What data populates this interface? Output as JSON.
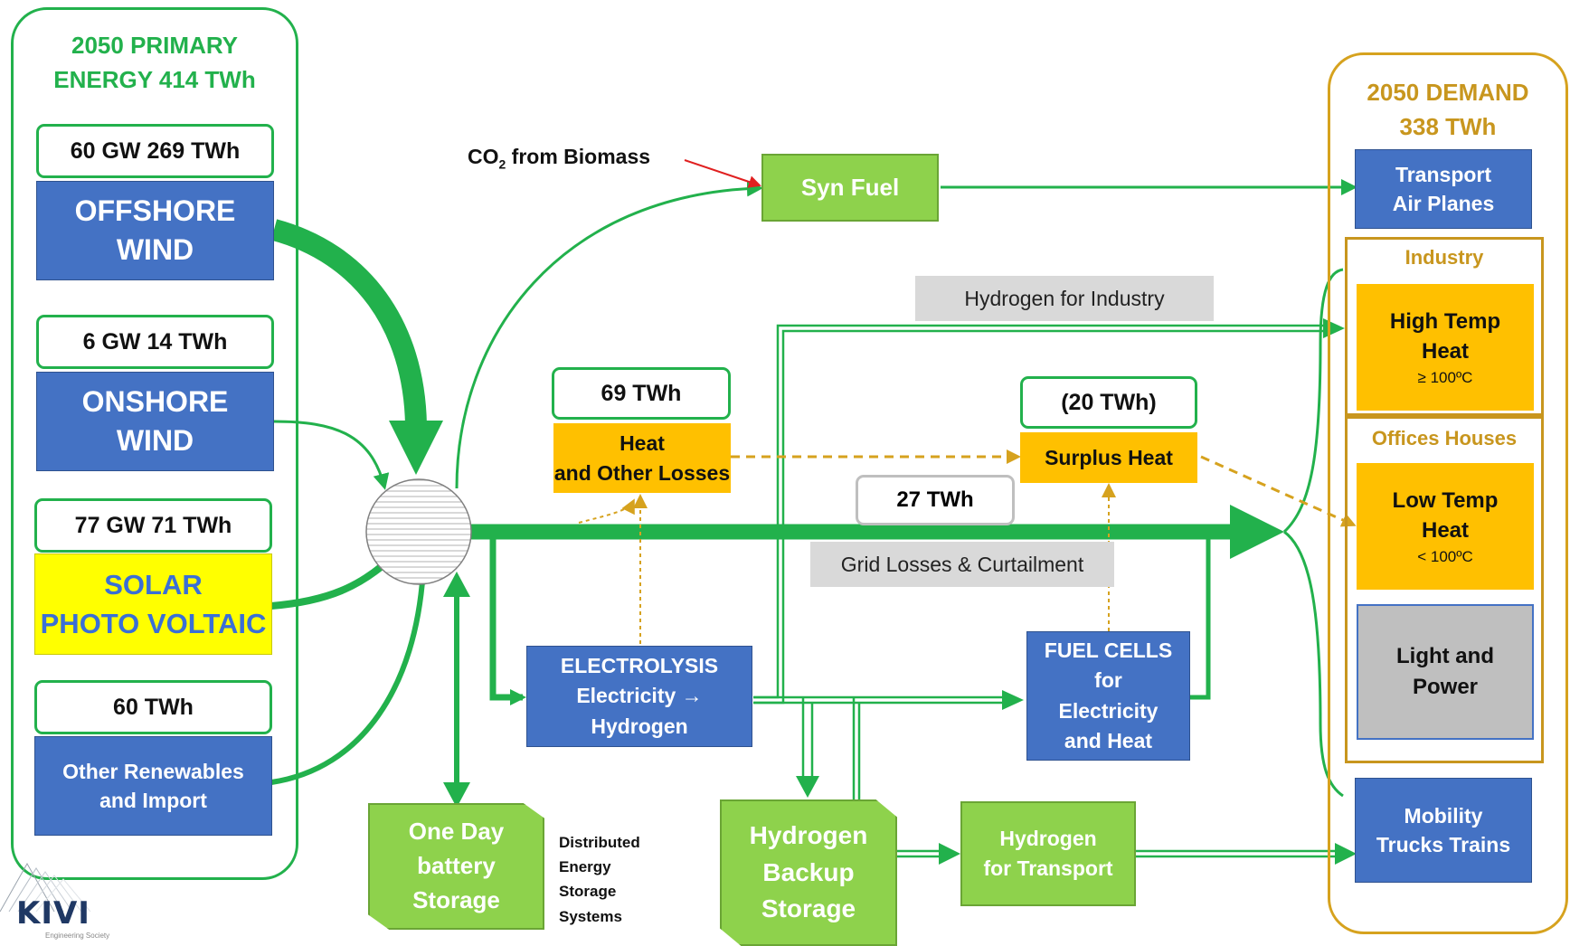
{
  "primary": {
    "title_1": "2050 PRIMARY",
    "title_2": "ENERGY 414 TWh",
    "offshore": {
      "rating": "60 GW 269 TWh",
      "line1": "OFFSHORE",
      "line2": "WIND"
    },
    "onshore": {
      "rating": "6 GW 14 TWh",
      "line1": "ONSHORE",
      "line2": "WIND"
    },
    "solar": {
      "rating": "77 GW 71 TWh",
      "line1": "SOLAR",
      "line2": "PHOTO VOLTAIC"
    },
    "other": {
      "rating": "60 TWh",
      "line1": "Other Renewables",
      "line2": "and Import"
    }
  },
  "co2": {
    "text": "CO",
    "sub": "2",
    "rest": " from Biomass"
  },
  "synfuel": "Syn Fuel",
  "hydrogen_industry": "Hydrogen for Industry",
  "heat_losses": {
    "value": "69 TWh",
    "line1": "Heat",
    "line2": "and Other Losses"
  },
  "surplus": {
    "value": "(20 TWh)",
    "label": "Surplus Heat"
  },
  "grid": {
    "value": "27 TWh",
    "label": "Grid Losses & Curtailment"
  },
  "electrolysis": {
    "line1": "ELECTROLYSIS",
    "line2": "Electricity →",
    "line3": "Hydrogen"
  },
  "fuelcells": {
    "line1": "FUEL CELLS",
    "line2": "for",
    "line3": "Electricity",
    "line4": "and Heat"
  },
  "battery": {
    "line1": "One Day",
    "line2": "battery",
    "line3": "Storage"
  },
  "distributed": {
    "line1": "Distributed",
    "line2": "Energy",
    "line3": "Storage",
    "line4": "Systems"
  },
  "h2backup": {
    "line1": "Hydrogen",
    "line2": "Backup",
    "line3": "Storage"
  },
  "h2transport": {
    "line1": "Hydrogen",
    "line2": "for Transport"
  },
  "demand": {
    "title_1": "2050 DEMAND",
    "title_2": "338 TWh",
    "transport": {
      "line1": "Transport",
      "line2": "Air Planes"
    },
    "industry": "Industry",
    "hightemp": {
      "line1": "High Temp",
      "line2": "Heat",
      "sub": "≥ 100ºC"
    },
    "offices": "Offices Houses",
    "lowtemp": {
      "line1": "Low Temp",
      "line2": "Heat",
      "sub": "< 100ºC"
    },
    "light": {
      "line1": "Light and",
      "line2": "Power"
    },
    "mobility": {
      "line1": "Mobility",
      "line2": "Trucks Trains"
    }
  },
  "logo": {
    "name": "KIVI",
    "tagline": "Engineering Society"
  },
  "colors": {
    "green": "#22b14c",
    "blue": "#4472c4",
    "orange": "#ffc000",
    "gold": "#d6a21e",
    "lightgreen": "#8ed24c"
  }
}
